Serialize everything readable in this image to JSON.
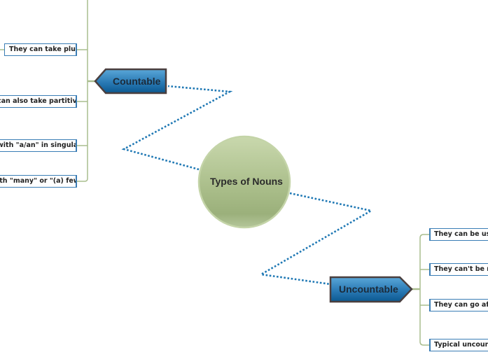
{
  "central_topic": {
    "label": "Types of Nouns"
  },
  "main_topics": [
    {
      "label": "Countable",
      "subtopics": [
        {
          "label": "They can take plural"
        },
        {
          "label": "can also take partitives"
        },
        {
          "label": "with \"a/an\" in singular"
        },
        {
          "label": "ith \"many\" or \"(a) few\""
        }
      ]
    },
    {
      "label": "Uncountable",
      "subtopics": [
        {
          "label": "They can be used"
        },
        {
          "label": "They can't be ma"
        },
        {
          "label": "They can go after"
        },
        {
          "label": "Typical uncounta"
        }
      ]
    }
  ],
  "colors": {
    "connector_dotted": "#1f78b4",
    "branch_line": "#a9bd8e",
    "topic_border": "#3a7db5",
    "main_fill_top": "#4a9bd0",
    "main_fill_bottom": "#0d5a90",
    "main_border": "#4a3f3f",
    "central_fill_top": "#c8d8aa",
    "central_fill_bottom": "#9ab07a"
  }
}
